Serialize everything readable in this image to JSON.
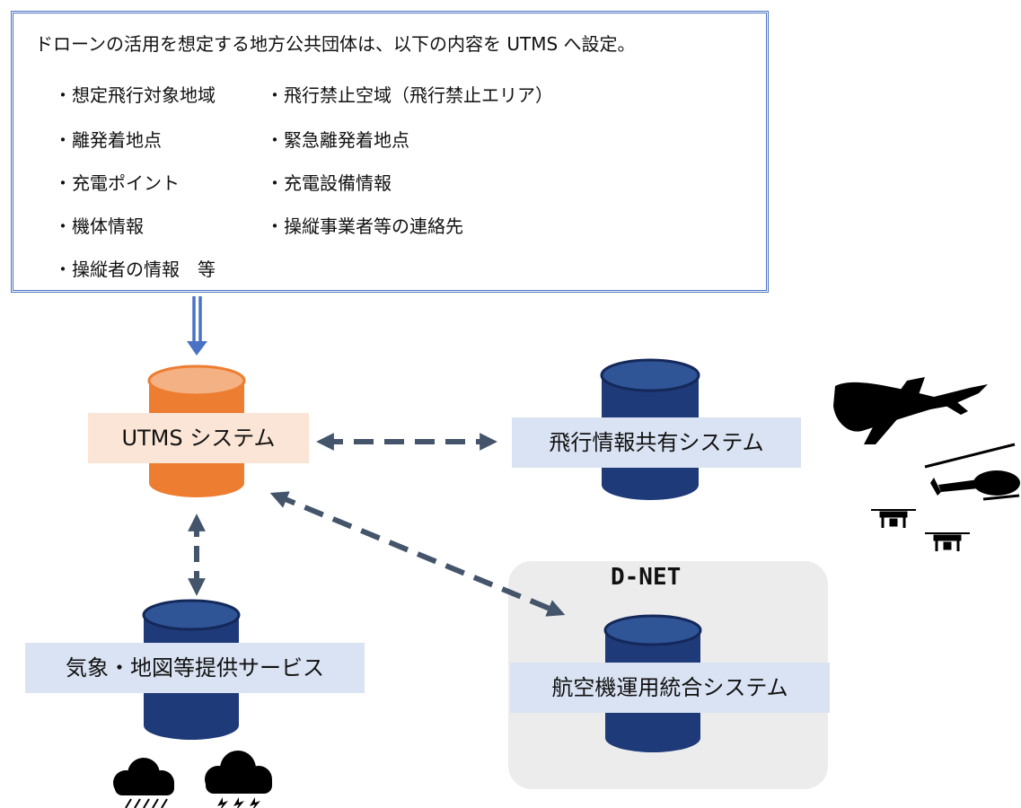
{
  "info_box": {
    "title": "ドローンの活用を想定する地方公共団体は、以下の内容を UTMS へ設定。",
    "items_left": [
      "・想定飛行対象地域",
      "・離発着地点",
      "・充電ポイント",
      "・機体情報",
      "・操縦者の情報　等"
    ],
    "items_right": [
      "・飛行禁止空域（飛行禁止エリア）",
      "・緊急離発着地点",
      "・充電設備情報",
      "・操縦事業者等の連絡先"
    ]
  },
  "nodes": {
    "utms": "UTMS システム",
    "flight_info": "飛行情報共有システム",
    "weather": "気象・地図等提供サービス",
    "dnet_group": "D-NET",
    "aircraft_ops": "航空機運用統合システム"
  },
  "colors": {
    "box_border": "#4a72c4",
    "utms_cylinder": "#ed7d31",
    "db_cylinder": "#1f3a78",
    "label_blue": "#dae3f3",
    "label_orange": "#fbe5d6",
    "arrow": "#44546a",
    "dnet_bg": "#ececec"
  },
  "icons": [
    "airplane-icon",
    "helicopter-icon",
    "drone-icon",
    "drone-icon",
    "rain-cloud-icon",
    "thunder-cloud-icon"
  ]
}
